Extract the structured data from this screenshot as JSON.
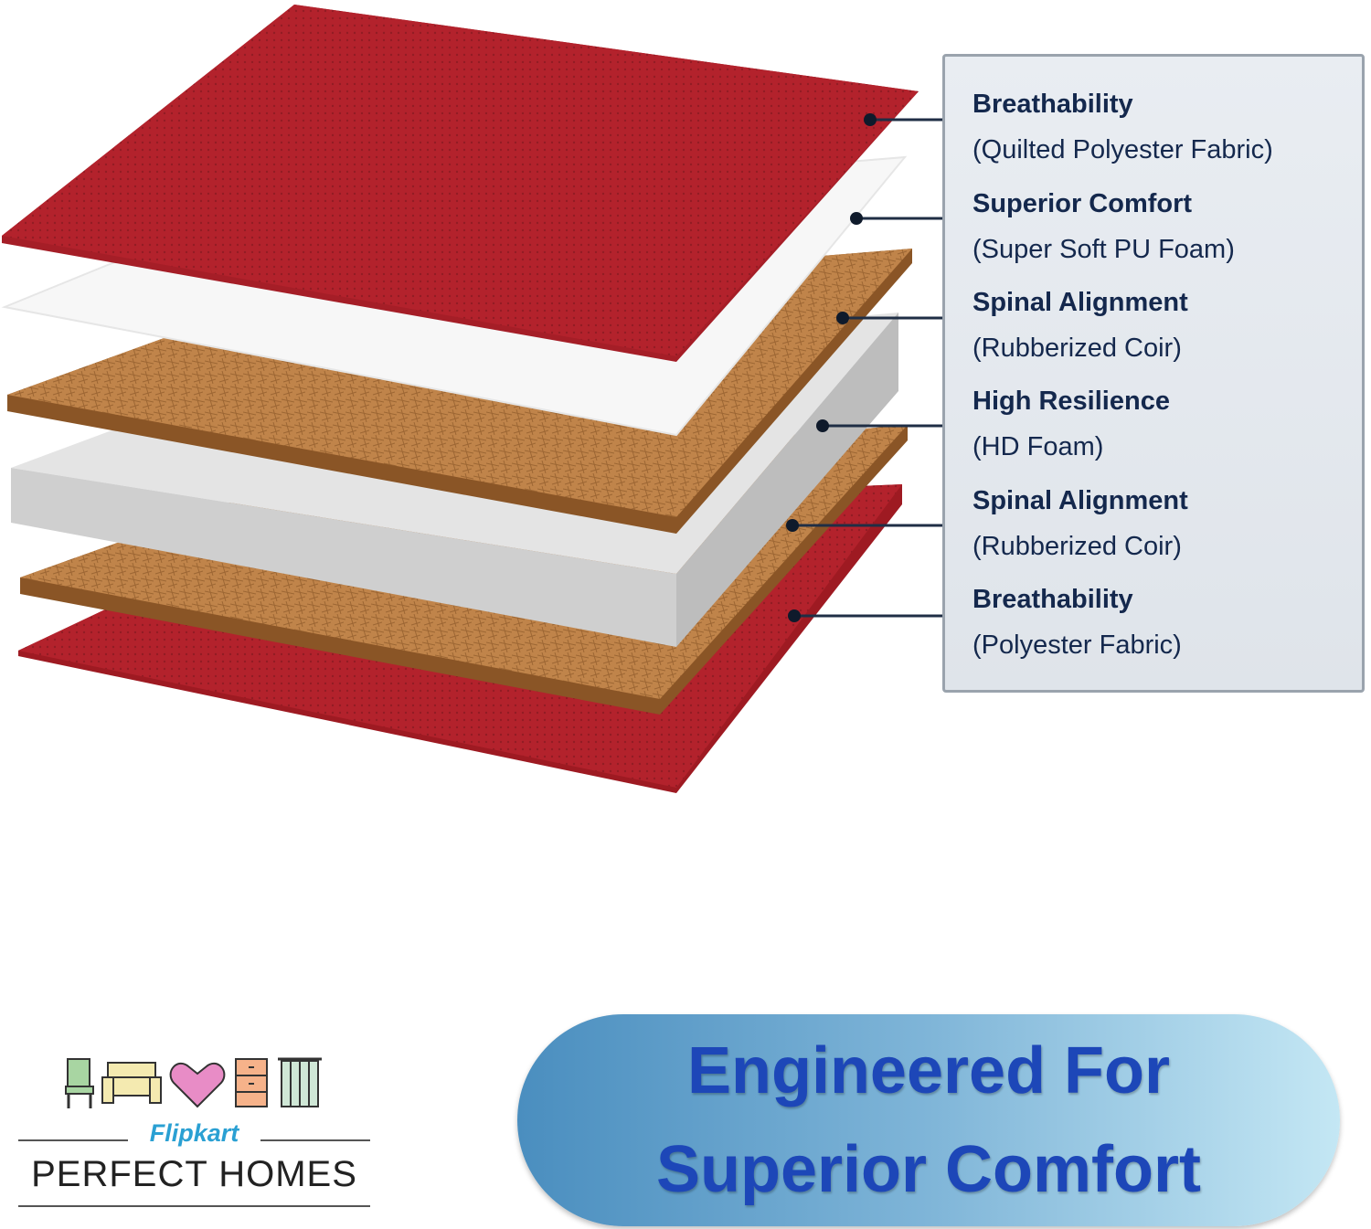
{
  "legend": {
    "items": [
      {
        "title": "Breathability",
        "subtitle": "(Quilted Polyester Fabric)"
      },
      {
        "title": "Superior Comfort",
        "subtitle": "(Super Soft PU Foam)"
      },
      {
        "title": "Spinal Alignment",
        "subtitle": "(Rubberized Coir)"
      },
      {
        "title": "High Resilience",
        "subtitle": "(HD Foam)"
      },
      {
        "title": "Spinal Alignment",
        "subtitle": "(Rubberized Coir)"
      },
      {
        "title": "Breathability",
        "subtitle": "(Polyester Fabric)"
      }
    ]
  },
  "logo": {
    "brand": "Flipkart",
    "name": "PERFECT HOMES"
  },
  "tagline": {
    "line1": "Engineered For",
    "line2": "Superior Comfort"
  },
  "colors": {
    "fabric_red": "#b3222c",
    "coir_brown": "#b9773f",
    "foam_white": "#f3f3f3",
    "hd_foam_grey": "#d6d6d6",
    "legend_text": "#14284d",
    "tagline_text": "#1d47b8"
  }
}
